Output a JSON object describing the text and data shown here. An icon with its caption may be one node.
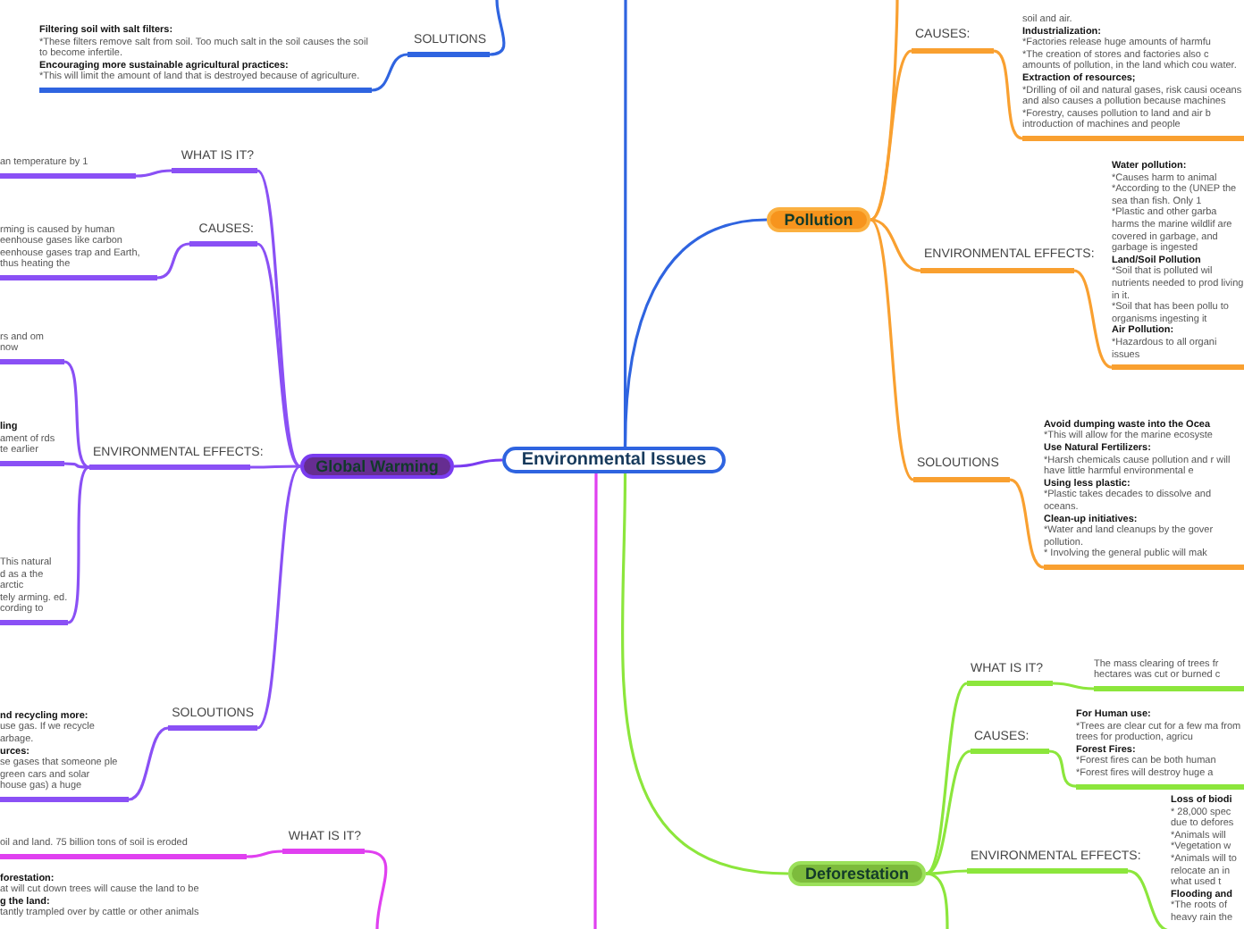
{
  "diagram": {
    "nodes": [
      {
        "text": [
          "Environmental Issues"
        ]
      },
      {
        "text": [
          "Pollution"
        ]
      },
      {
        "text": [
          "CAUSES:"
        ]
      },
      {
        "text": [
          "soil and air.",
          "**Industrialization:**",
          "*Factories release huge amounts of harmfu",
          "*The creation of stores and factories also c amounts of pollution, in the land which cou water.",
          "**Extraction of resources;**",
          "*Drilling of oil and natural gases, risk causi oceans and also causes a pollution because machines",
          "*Forestry, causes pollution to land and air b introduction of machines and people"
        ]
      },
      {
        "text": [
          "ENVIRONMENTAL EFFECTS:"
        ]
      },
      {
        "text": [
          "**Water pollution:**",
          "*Causes harm to animal",
          "*According to the (UNEP the sea than fish. Only 1",
          "*Plastic and other garba harms the marine wildlif are covered in garbage, and garbage is ingested",
          "**Land/Soil Pollution**",
          "*Soil that is polluted wil nutrients needed to prod living in it.",
          "*Soil that has been pollu to organisms ingesting it",
          "**Air Pollution:**",
          "*Hazardous to all organi issues"
        ]
      },
      {
        "text": [
          "SOLOUTIONS"
        ]
      },
      {
        "text": [
          "**Avoid dumping waste into the Ocea**",
          "*This will allow for the marine ecosyste",
          "**Use Natural Fertilizers:**",
          "*Harsh chemicals cause pollution and r will have little harmful environmental e",
          "**Using less plastic:**",
          "*Plastic takes decades to dissolve and oceans.",
          "**Clean-up initiatives:**",
          "*Water and land cleanups by the gover pollution.",
          "* Involving the general public will mak"
        ]
      },
      {
        "text": [
          "Global Warming"
        ]
      },
      {
        "text": [
          "WHAT IS IT?"
        ]
      },
      {
        "text": [
          "an temperature by 1"
        ]
      },
      {
        "text": [
          "CAUSES:"
        ]
      },
      {
        "text": [
          "rming is caused by human eenhouse gases like carbon",
          "eenhouse gases trap and Earth, thus heating the"
        ]
      },
      {
        "text": [
          "ENVIRONMENTAL EFFECTS:"
        ]
      },
      {
        "text": [
          "rs and om now"
        ]
      },
      {
        "text": [
          "**ling**",
          "ament of rds",
          "te earlier"
        ]
      },
      {
        "text": [
          "This natural",
          "d as a the arctic",
          "tely arming. ed. cording to"
        ]
      },
      {
        "text": [
          "SOLOUTIONS"
        ]
      },
      {
        "text": [
          "**nd recycling more:**",
          "use gas. If we recycle arbage.",
          "**urces:**",
          "se gases that someone ple green cars and solar",
          "house gas) a huge"
        ]
      },
      {
        "text": [
          "Deforestation"
        ]
      },
      {
        "text": [
          "WHAT IS IT?"
        ]
      },
      {
        "text": [
          "The mass clearing of trees fr hectares was cut or burned c"
        ]
      },
      {
        "text": [
          "CAUSES:"
        ]
      },
      {
        "text": [
          "**For Human use:**",
          "*Trees are clear cut for a few ma from trees for production, agricu",
          "**Forest Fires:**",
          "*Forest fires can be both human",
          "*Forest fires will destroy huge a"
        ]
      },
      {
        "text": [
          "ENVIRONMENTAL EFFECTS:"
        ]
      },
      {
        "text": [
          "**Loss of biodi**",
          "* 28,000 spec due to defores",
          "*Animals will",
          "*Vegetation w",
          "*Animals will to relocate an in what used t",
          "**Flooding and**",
          "*The roots of heavy rain the"
        ]
      },
      {
        "text": [
          "SOLUTIONS"
        ]
      },
      {
        "text": [
          "**Filtering soil with salt filters:**",
          "*These filters remove salt from soil. Too much salt in the soil causes the soil to become infertile.",
          "**Encouraging more sustainable agricultural practices:**",
          "*This will limit the amount of land that is destroyed because of agriculture."
        ]
      },
      {
        "text": [
          "WHAT IS IT?"
        ]
      },
      {
        "text": [
          "oil and land. 75 billion tons of soil is eroded"
        ]
      },
      {
        "text": [
          "**forestation:**",
          "at will cut down trees will cause the land to be",
          "**g the land:**",
          "tantly trampled over by cattle or other animals"
        ]
      }
    ],
    "edges": [
      {
        "from": 0,
        "to": 1,
        "arrow": "none",
        "color": "#2f64e0"
      },
      {
        "from": 0,
        "to": 8,
        "arrow": "none",
        "color": "#7a3cf0"
      },
      {
        "from": 0,
        "to": 19,
        "arrow": "none",
        "color": "#8ce63c"
      },
      {
        "from": 0,
        "to": null,
        "arrow": "none",
        "color": "#2f64e0"
      },
      {
        "from": 0,
        "to": null,
        "arrow": "none",
        "color": "#e040f0"
      },
      {
        "from": 1,
        "to": 2,
        "arrow": "none",
        "color": "#f9a030"
      },
      {
        "from": 2,
        "to": 3,
        "arrow": "none",
        "color": "#f9a030"
      },
      {
        "from": 1,
        "to": 4,
        "arrow": "none",
        "color": "#f9a030"
      },
      {
        "from": 4,
        "to": 5,
        "arrow": "none",
        "color": "#f9a030"
      },
      {
        "from": 1,
        "to": 6,
        "arrow": "none",
        "color": "#f9a030"
      },
      {
        "from": 6,
        "to": 7,
        "arrow": "none",
        "color": "#f9a030"
      },
      {
        "from": 1,
        "to": null,
        "arrow": "none",
        "color": "#f9a030"
      },
      {
        "from": 8,
        "to": 9,
        "arrow": "none",
        "color": "#8a50f5"
      },
      {
        "from": 9,
        "to": 10,
        "arrow": "none",
        "color": "#8a50f5"
      },
      {
        "from": 8,
        "to": 11,
        "arrow": "none",
        "color": "#8a50f5"
      },
      {
        "from": 11,
        "to": 12,
        "arrow": "none",
        "color": "#8a50f5"
      },
      {
        "from": 8,
        "to": 13,
        "arrow": "none",
        "color": "#8a50f5"
      },
      {
        "from": 13,
        "to": 14,
        "arrow": "none",
        "color": "#8a50f5"
      },
      {
        "from": 13,
        "to": 15,
        "arrow": "none",
        "color": "#8a50f5"
      },
      {
        "from": 13,
        "to": 16,
        "arrow": "none",
        "color": "#8a50f5"
      },
      {
        "from": 8,
        "to": 17,
        "arrow": "none",
        "color": "#8a50f5"
      },
      {
        "from": 17,
        "to": 18,
        "arrow": "none",
        "color": "#8a50f5"
      },
      {
        "from": 19,
        "to": 20,
        "arrow": "none",
        "color": "#8ce63c"
      },
      {
        "from": 20,
        "to": 21,
        "arrow": "none",
        "color": "#8ce63c"
      },
      {
        "from": 19,
        "to": 22,
        "arrow": "none",
        "color": "#8ce63c"
      },
      {
        "from": 22,
        "to": 23,
        "arrow": "none",
        "color": "#8ce63c"
      },
      {
        "from": 19,
        "to": 24,
        "arrow": "none",
        "color": "#8ce63c"
      },
      {
        "from": 24,
        "to": 25,
        "arrow": "none",
        "color": "#8ce63c"
      },
      {
        "from": 19,
        "to": null,
        "arrow": "none",
        "color": "#8ce63c"
      },
      {
        "from": null,
        "to": 26,
        "arrow": "none",
        "color": "#2f64e0"
      },
      {
        "from": 26,
        "to": 27,
        "arrow": "none",
        "color": "#2f64e0"
      },
      {
        "from": null,
        "to": 28,
        "arrow": "none",
        "color": "#e040f0"
      },
      {
        "from": 28,
        "to": 29,
        "arrow": "none",
        "color": "#e040f0"
      }
    ]
  }
}
